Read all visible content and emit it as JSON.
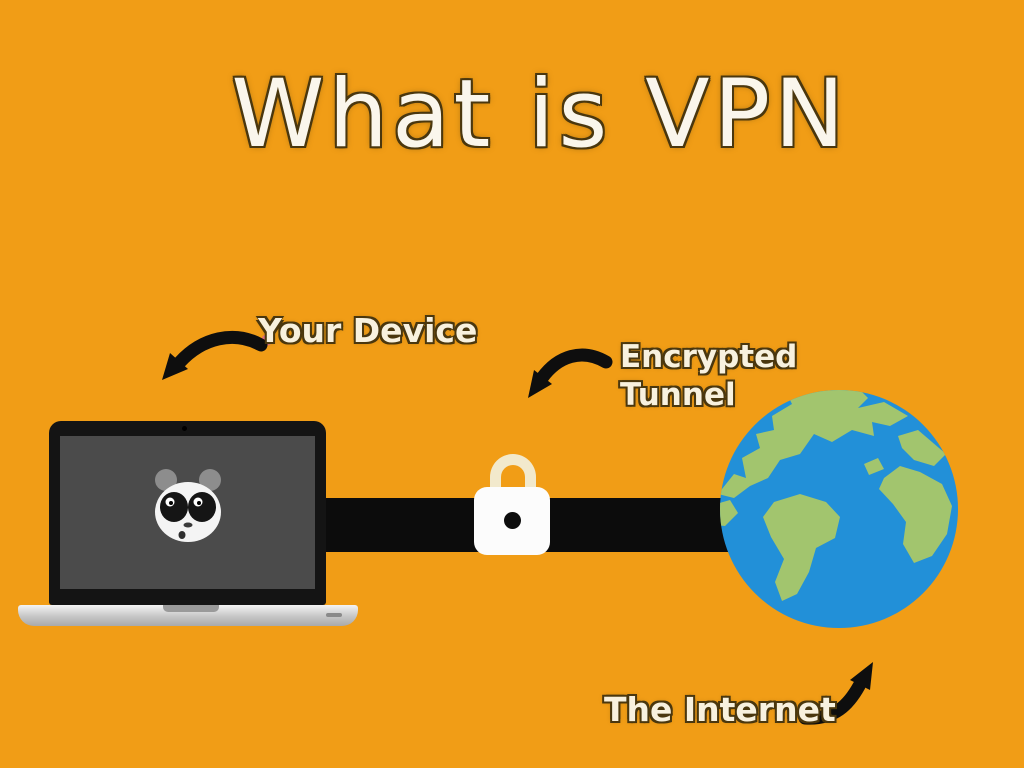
{
  "title": "What is VPN",
  "labels": {
    "device": "Your Device",
    "tunnel_line1": "Encrypted",
    "tunnel_line2": "Tunnel",
    "internet": "The Internet"
  },
  "icons": {
    "device": "laptop-icon",
    "device_logo": "panda-logo-icon",
    "tunnel": "encrypted-tunnel-bar",
    "lock": "padlock-icon",
    "internet": "earth-globe-icon",
    "pointer_device": "curved-arrow-down-left-icon",
    "pointer_tunnel": "curved-arrow-down-left-icon",
    "pointer_internet": "curved-arrow-up-right-icon"
  },
  "colors": {
    "background": "#F19D16",
    "title_text": "#FAF6EC",
    "label_text": "#F8F1DE",
    "tunnel_black": "#0C0C0C",
    "arrow_black": "#0E0E0E",
    "arrow_dot_pink": "#E4717F",
    "screen_gray": "#4B4B4B",
    "lock_body": "#FCFCFC",
    "lock_shackle": "#F2E9CC",
    "globe_ocean": "#2290D8",
    "globe_land": "#A2C56E"
  }
}
